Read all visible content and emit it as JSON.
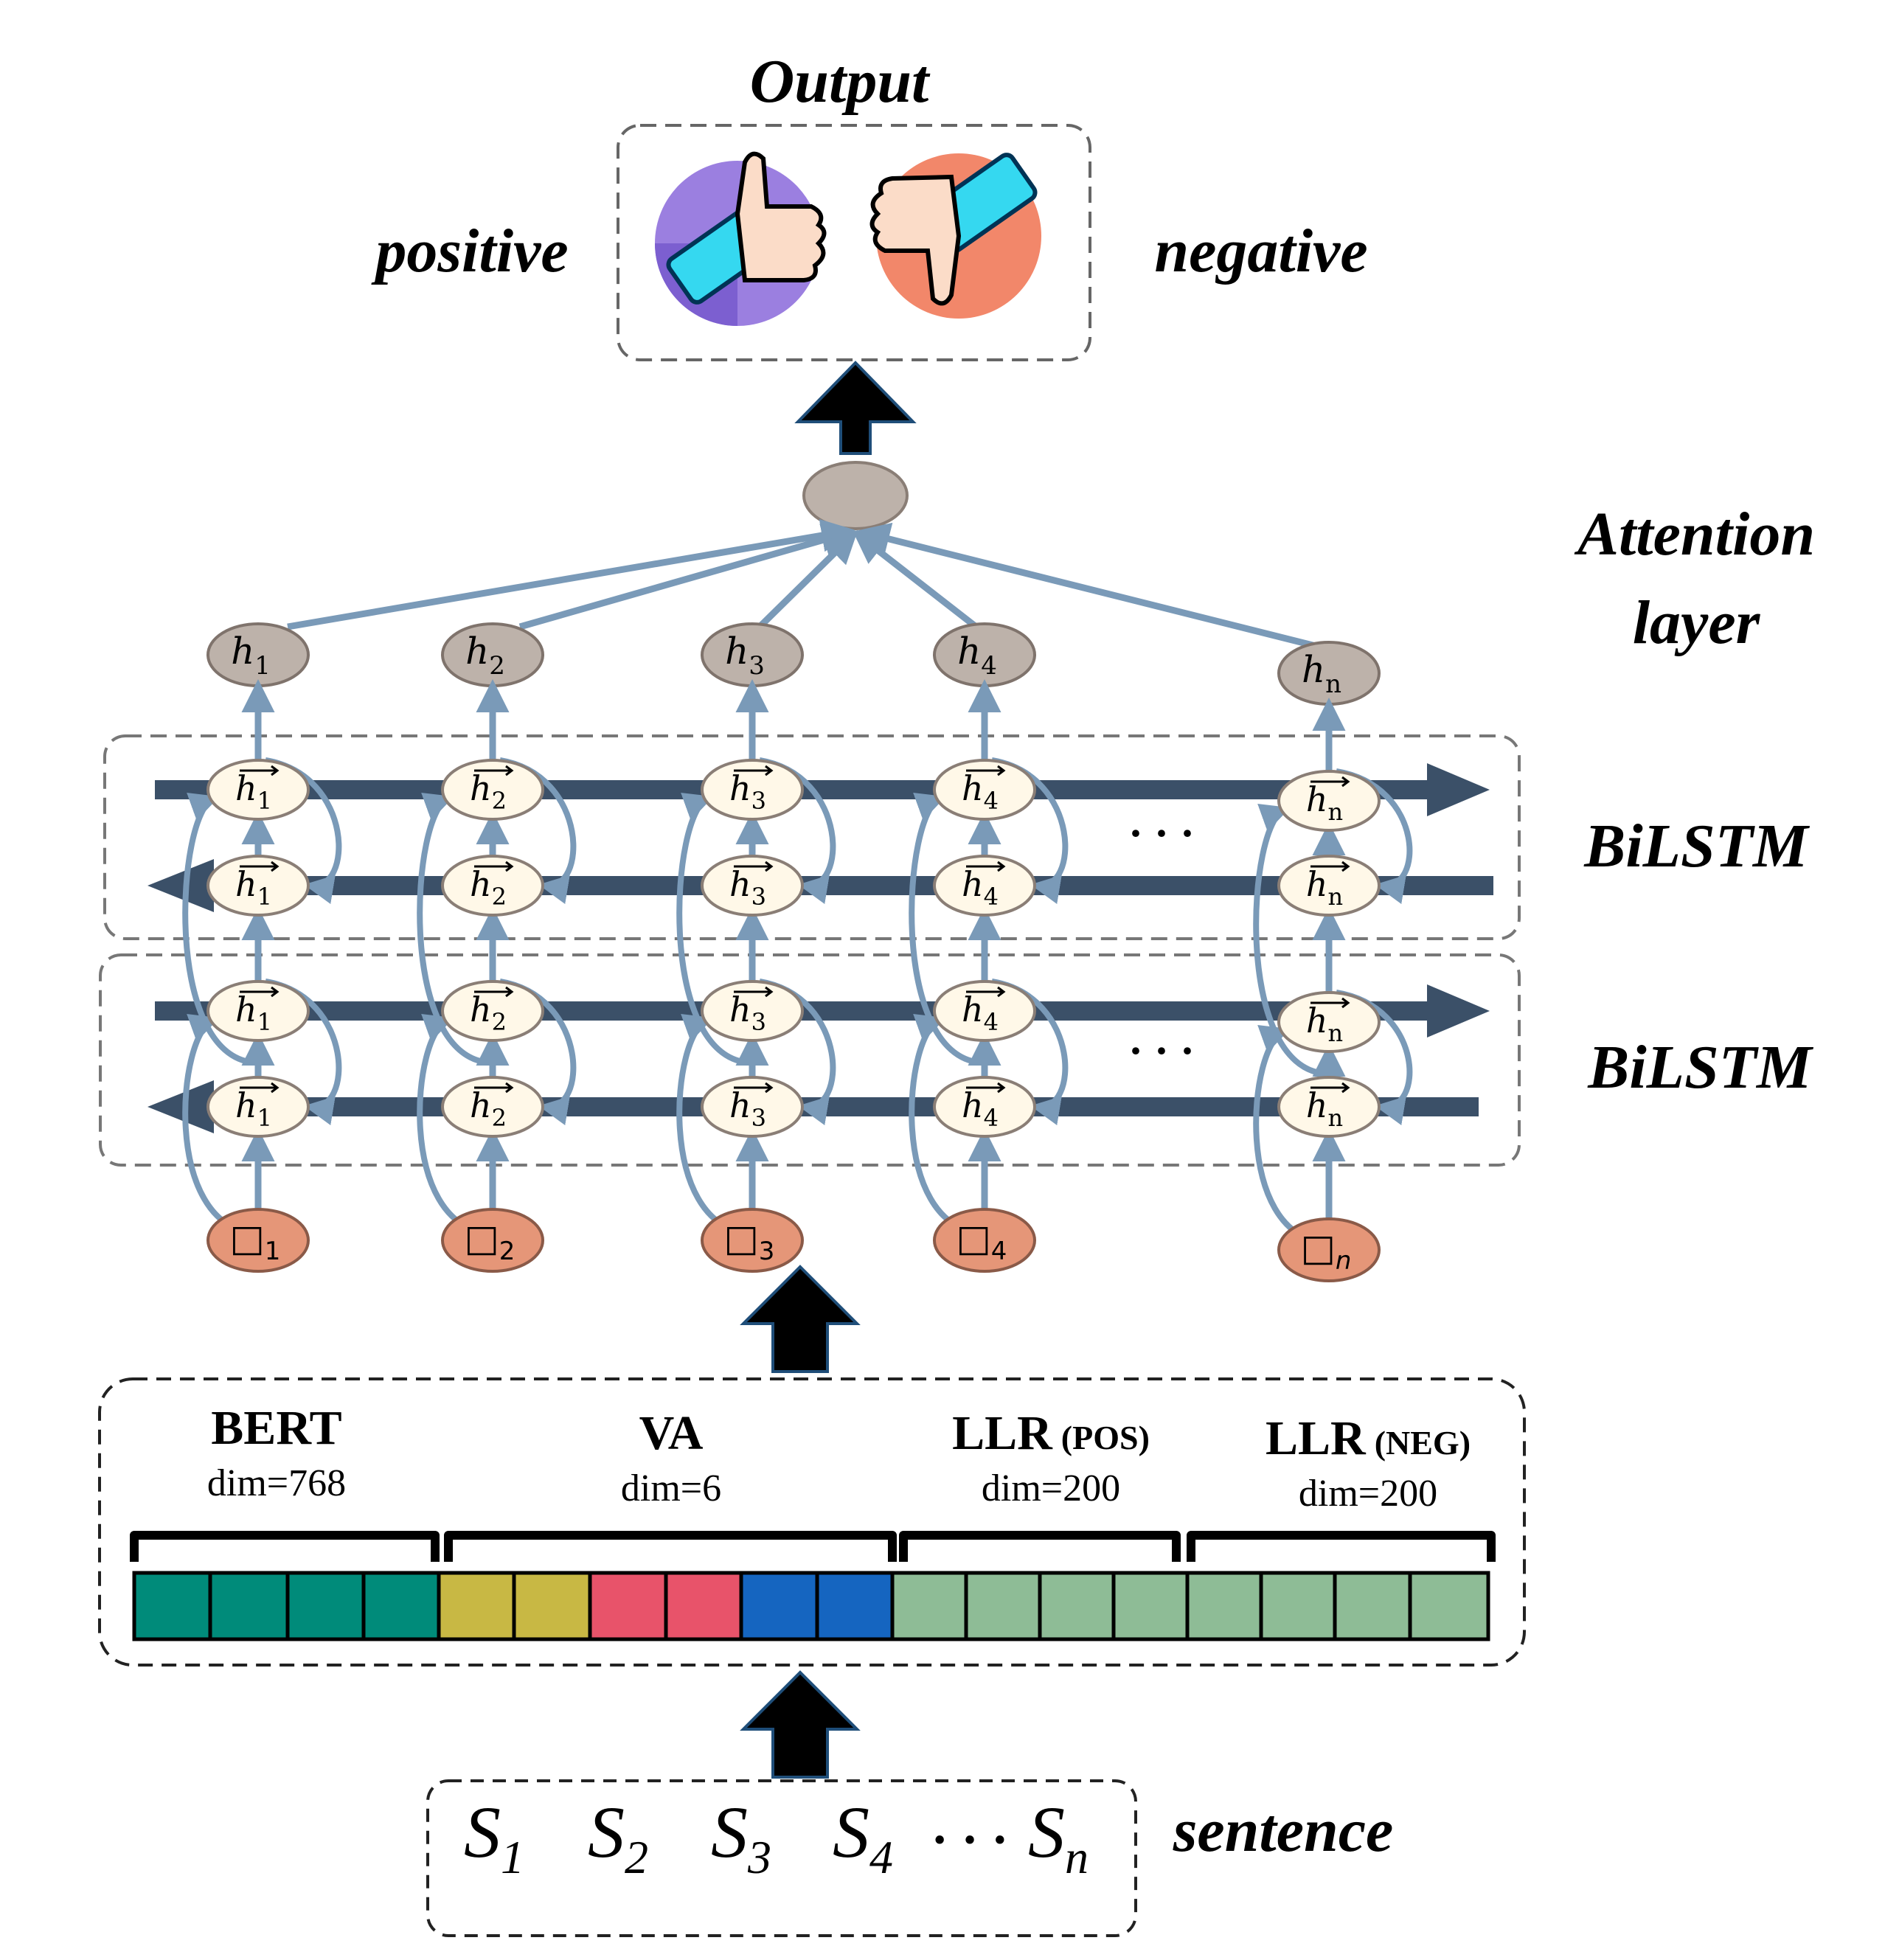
{
  "labels": {
    "output": "Output",
    "positive": "positive",
    "negative": "negative",
    "attention_line1": "Attention",
    "attention_line2": "layer",
    "bilstm_upper": "BiLSTM",
    "bilstm_lower": "BiLSTM",
    "sentence": "sentence",
    "dots_upper": "· · ·",
    "dots_lower": "· · ·"
  },
  "hidden_nodes": [
    {
      "base": "h",
      "sub": "1"
    },
    {
      "base": "h",
      "sub": "2"
    },
    {
      "base": "h",
      "sub": "3"
    },
    {
      "base": "h",
      "sub": "4"
    },
    {
      "base": "h",
      "sub": "n"
    }
  ],
  "input_nodes": [
    {
      "base": "□",
      "sub": "1"
    },
    {
      "base": "□",
      "sub": "2"
    },
    {
      "base": "□",
      "sub": "3"
    },
    {
      "base": "□",
      "sub": "4"
    },
    {
      "base": "□",
      "sub": "n"
    }
  ],
  "features": [
    {
      "name": "BERT",
      "tag": "",
      "dim": "dim=768"
    },
    {
      "name": "VA",
      "tag": "",
      "dim": "dim=6"
    },
    {
      "name": "LLR",
      "tag": "(POS)",
      "dim": "dim=200"
    },
    {
      "name": "LLR",
      "tag": "(NEG)",
      "dim": "dim=200"
    }
  ],
  "sentence_tokens": [
    {
      "base": "S",
      "sub": "1"
    },
    {
      "base": "S",
      "sub": "2"
    },
    {
      "base": "S",
      "sub": "3"
    },
    {
      "base": "S",
      "sub": "4"
    },
    {
      "base": "· · ·",
      "sub": ""
    },
    {
      "base": "S",
      "sub": "n"
    }
  ],
  "colors": {
    "bert": "#008B7A",
    "va_yellow": "#C8B844",
    "va_red": "#E8536A",
    "va_blue": "#1565C0",
    "llr": "#8EBC96",
    "hidden_node": "#BDB2AA",
    "lstm_cell": "#FFF8E8",
    "input_node": "#E59678",
    "arrow_blue": "#7A9AB8",
    "track_dark": "#3B5068"
  },
  "icons": [
    "thumbs-up-icon",
    "thumbs-down-icon"
  ]
}
